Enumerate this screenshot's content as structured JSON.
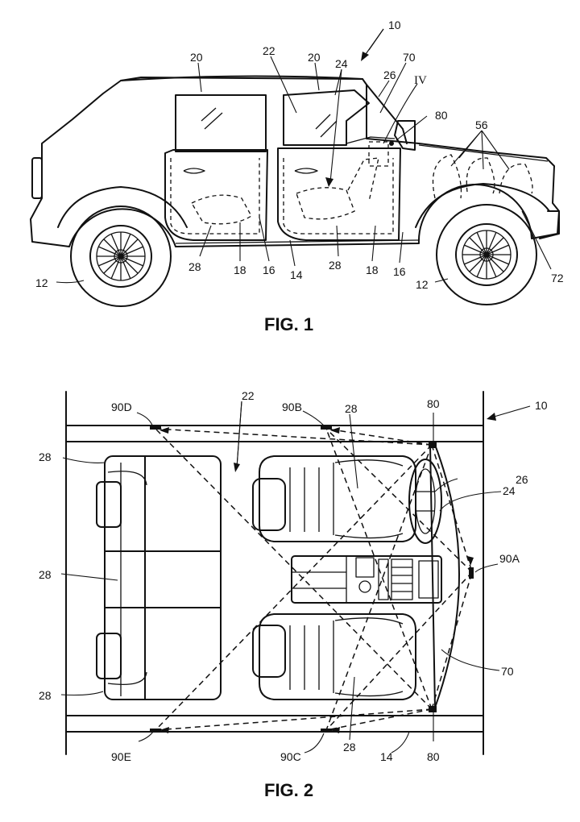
{
  "fig1": {
    "caption": "FIG. 1",
    "labels": {
      "r10": "10",
      "r20a": "20",
      "r22": "22",
      "r20b": "20",
      "r24": "24",
      "r70": "70",
      "r26": "26",
      "rIV": "IV",
      "r80": "80",
      "r56": "56",
      "r12a": "12",
      "r28a": "28",
      "r18a": "18",
      "r16a": "16",
      "r14": "14",
      "r28b": "28",
      "r18b": "18",
      "r16b": "16",
      "r12b": "12",
      "r72": "72"
    }
  },
  "fig2": {
    "caption": "FIG. 2",
    "labels": {
      "r90D": "90D",
      "r22": "22",
      "r90B": "90B",
      "r28top": "28",
      "r80top": "80",
      "r10": "10",
      "r28a": "28",
      "r26": "26",
      "r24": "24",
      "r28b": "28",
      "r90A": "90A",
      "r70": "70",
      "r28c": "28",
      "r90E": "90E",
      "r90C": "90C",
      "r28d": "28",
      "r14": "14",
      "r80bot": "80"
    }
  }
}
